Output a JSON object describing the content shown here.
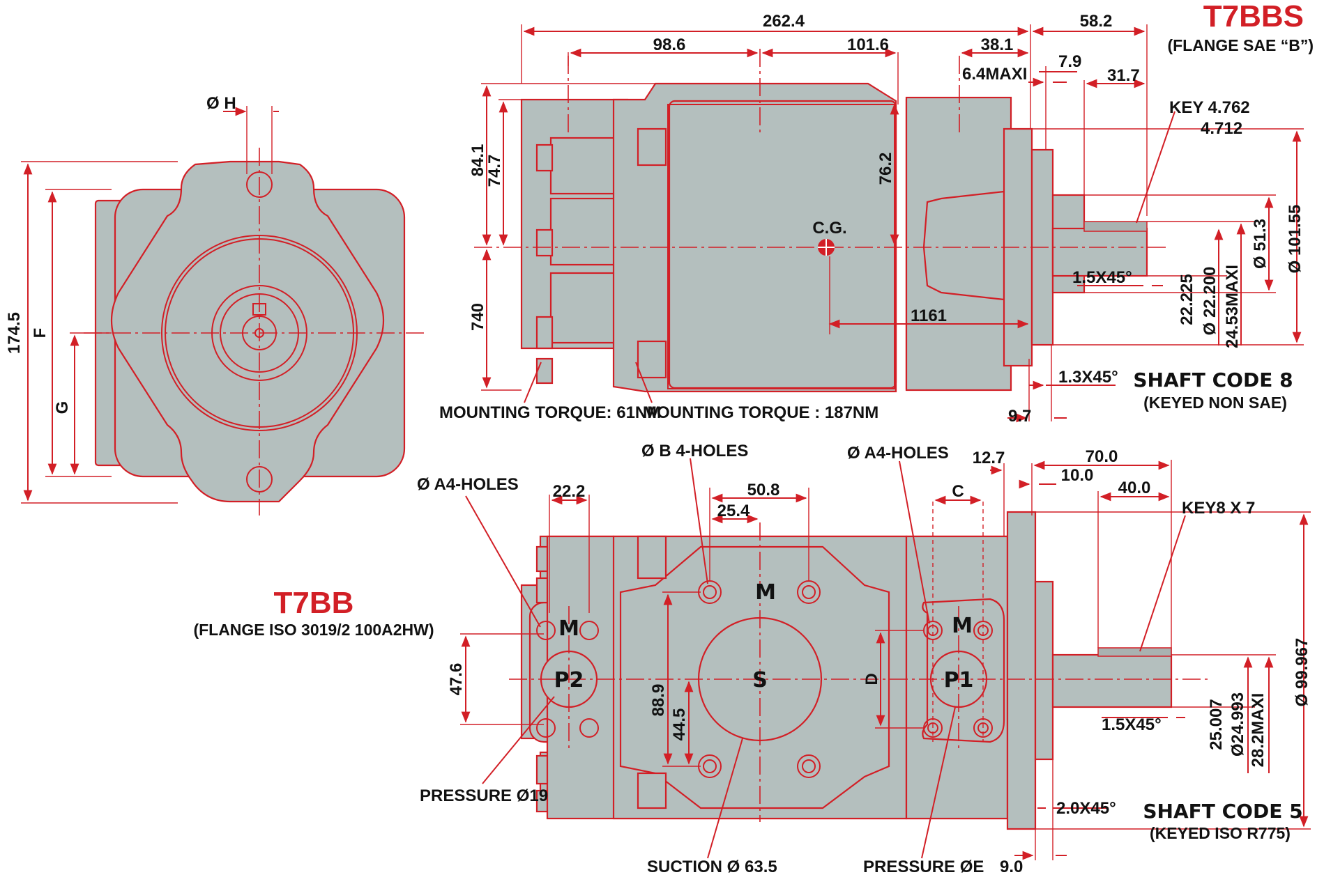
{
  "colors": {
    "accent": "#d21f26",
    "body_fill": "#b4bfbe",
    "text": "#111111"
  },
  "top_view": {
    "title": "T7BBS",
    "subtitle": "(FLANGE SAE “B”)",
    "dims": {
      "overall_length": "262.4",
      "shaft_length": "58.2",
      "d98_6": "98.6",
      "d101_6": "101.6",
      "d38_1": "38.1",
      "d6_4": "6.4MAXI",
      "d7_9": "7.9",
      "d31_7": "31.7",
      "key": "KEY 4.762",
      "key2": "4.712",
      "d84_1": "84.1",
      "d74_7": "74.7",
      "d76_2": "76.2",
      "d740": "740",
      "cg": "C.G.",
      "d1161": "1161",
      "chamfer1": "1.5X45°",
      "chamfer2": "1.3X45°",
      "d9_7": "9.7",
      "dia51_3": "Ø 51.3",
      "dia101_55": "Ø 101.55",
      "d22_225": "22.225",
      "d22_200": "Ø 22.200",
      "d24_53": "24.53MAXI"
    },
    "torque1": "MOUNTING TORQUE: 61NM",
    "torque2": "MOUNTING TORQUE : 187NM",
    "shaft_code": "SHAFT CODE 8",
    "shaft_desc": "(KEYED NON SAE)"
  },
  "end_view": {
    "dh": "Ø H",
    "d174_5": "174.5",
    "f": "F",
    "g": "G"
  },
  "bottom_view": {
    "title": "T7BB",
    "subtitle": "(FLANGE ISO 3019/2 100A2HW)",
    "holes_a_left": "Ø A4-HOLES",
    "holes_b": "Ø B 4-HOLES",
    "holes_a_right": "Ø A4-HOLES",
    "d22_2": "22.2",
    "d50_8": "50.8",
    "d25_4": "25.4",
    "c": "C",
    "d12_7": "12.7",
    "d70_0": "70.0",
    "d10_0": "10.0",
    "d40_0": "40.0",
    "key": "KEY8 X 7",
    "m_left": "M",
    "m_center": "M",
    "m_right": "M",
    "p2": "P2",
    "p1": "P1",
    "s": "S",
    "d": "D",
    "d47_6": "47.6",
    "d88_9": "88.9",
    "d44_5": "44.5",
    "dia99_967": "Ø 99.967",
    "chamfer1": "1.5X45°",
    "chamfer2": "2.0X45°",
    "d25_007": "25.007",
    "d24_993": "Ø24.993",
    "d28_2": "28.2MAXI",
    "pressure_left": "PRESSURE Ø19",
    "suction": "SUCTION Ø 63.5",
    "pressure_right": "PRESSURE ØE",
    "d9_0": "9.0",
    "shaft_code": "SHAFT CODE 5",
    "shaft_desc": "(KEYED ISO R775)"
  }
}
